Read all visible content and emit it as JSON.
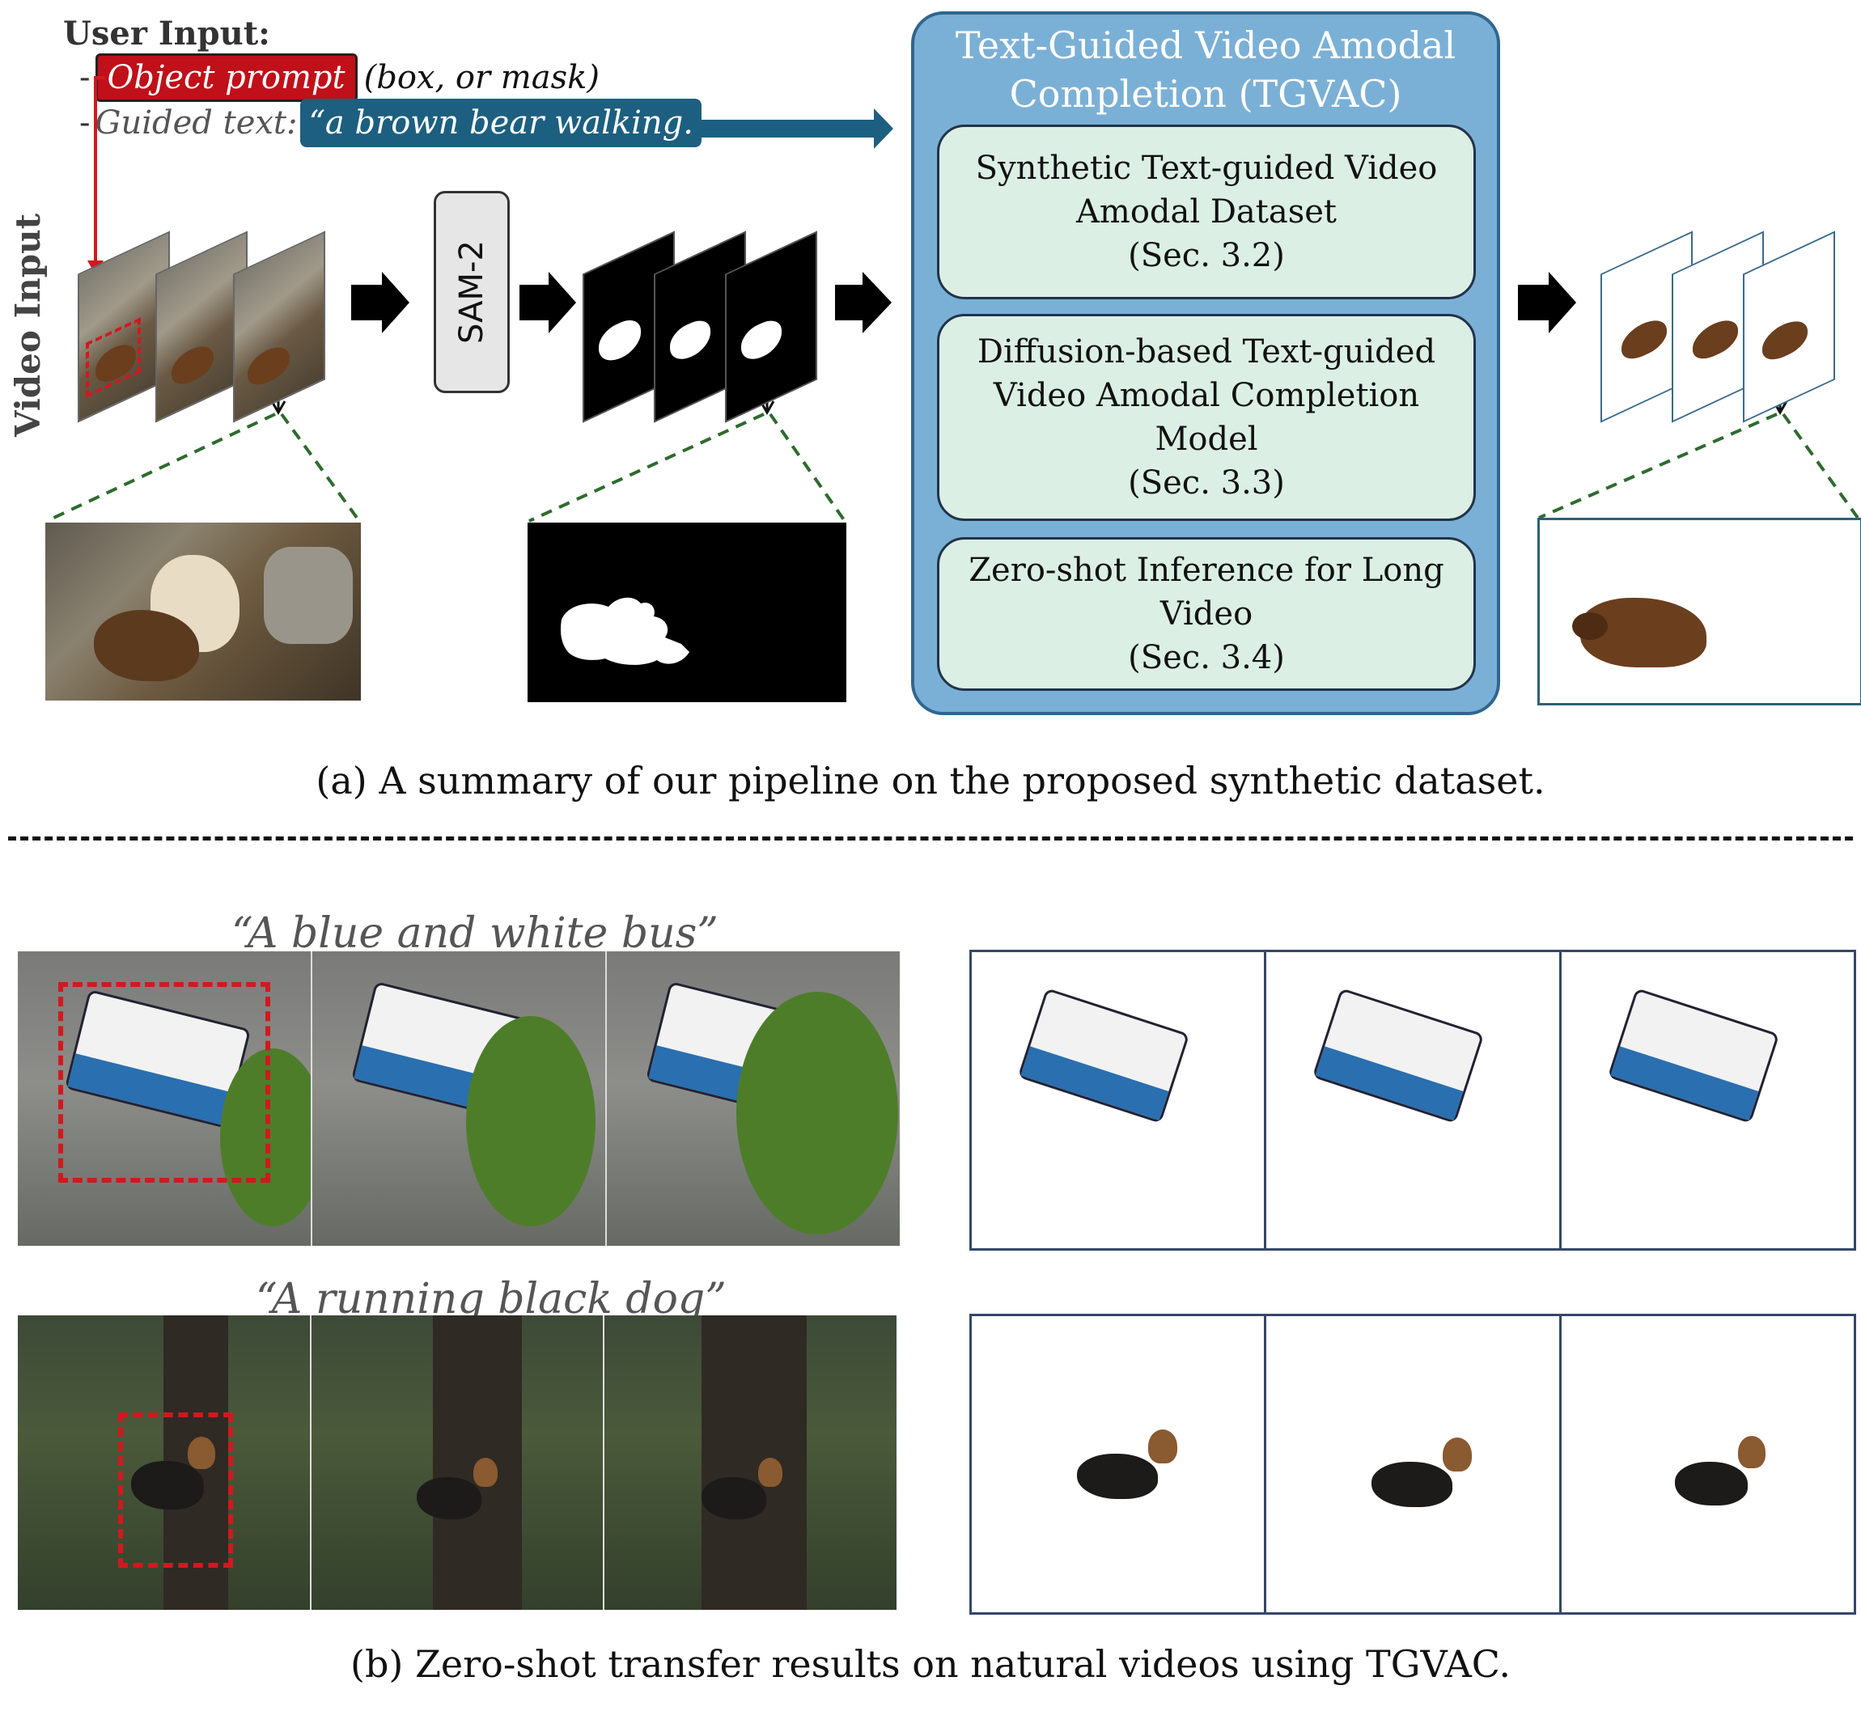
{
  "user_input": {
    "title": "User Input:",
    "object_prompt_label": "Object prompt",
    "object_prompt_suffix": "(box, or mask)",
    "guided_text_label": "Guided text:",
    "guided_text_value": "“a brown bear walking."
  },
  "video_input_label": "Video Input",
  "sam_label": "SAM-2",
  "tgvac": {
    "title_line1": "Text-Guided Video Amodal",
    "title_line2": "Completion (TGVAC)",
    "boxes": [
      {
        "lines": [
          "Synthetic Text-guided Video",
          "Amodal Dataset",
          "(Sec. 3.2)"
        ]
      },
      {
        "lines": [
          "Diffusion-based Text-guided",
          "Video Amodal Completion",
          "Model",
          "(Sec. 3.3)"
        ]
      },
      {
        "lines": [
          "Zero-shot Inference for Long",
          "Video",
          "(Sec. 3.4)"
        ]
      }
    ]
  },
  "caption_a": "(a) A summary of our pipeline on the proposed synthetic dataset.",
  "examples": [
    {
      "prompt": "“A blue and white bus”"
    },
    {
      "prompt": "“A running black dog”"
    }
  ],
  "caption_b": "(b) Zero-shot transfer results on natural videos using TGVAC.",
  "colors": {
    "object_prompt_bg": "#c0101a",
    "guided_text_bg": "#1d5f80",
    "tgvac_bg": "#7bb0d6",
    "tgvac_box_bg": "#dbefe4",
    "zoom_line": "#2e6b2e",
    "redbox": "#d0191f"
  }
}
